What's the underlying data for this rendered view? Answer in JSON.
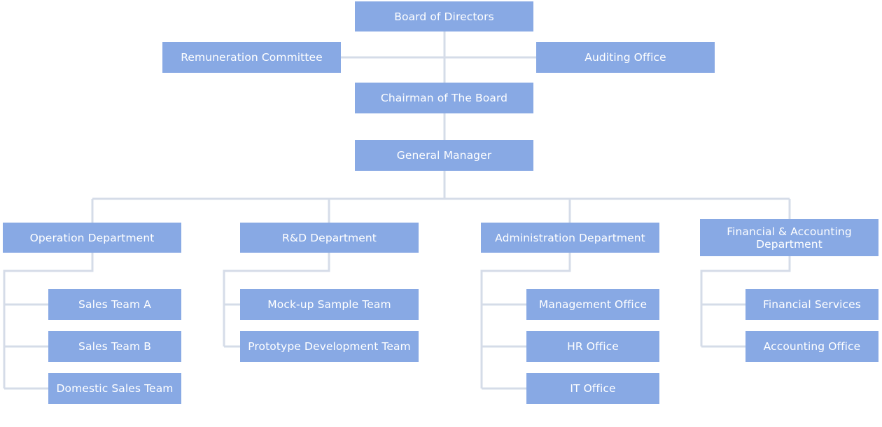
{
  "org_chart": {
    "board": "Board of Directors",
    "remuneration_committee": "Remuneration Committee",
    "auditing_office": "Auditing Office",
    "chairman": "Chairman of The Board",
    "general_manager": "General Manager",
    "departments": {
      "operation": {
        "label": "Operation Department",
        "teams": [
          "Sales Team A",
          "Sales Team B",
          "Domestic Sales Team"
        ]
      },
      "rnd": {
        "label": "R&D Department",
        "teams": [
          "Mock-up Sample Team",
          "Prototype Development Team"
        ]
      },
      "administration": {
        "label": "Administration Department",
        "teams": [
          "Management Office",
          "HR Office",
          "IT Office"
        ]
      },
      "finance": {
        "label": "Financial & Accounting Department",
        "teams": [
          "Financial Services",
          "Accounting Office"
        ]
      }
    }
  },
  "colors": {
    "box_fill": "#88a9e4",
    "box_text": "#ffffff",
    "connector": "#d5dce8"
  }
}
